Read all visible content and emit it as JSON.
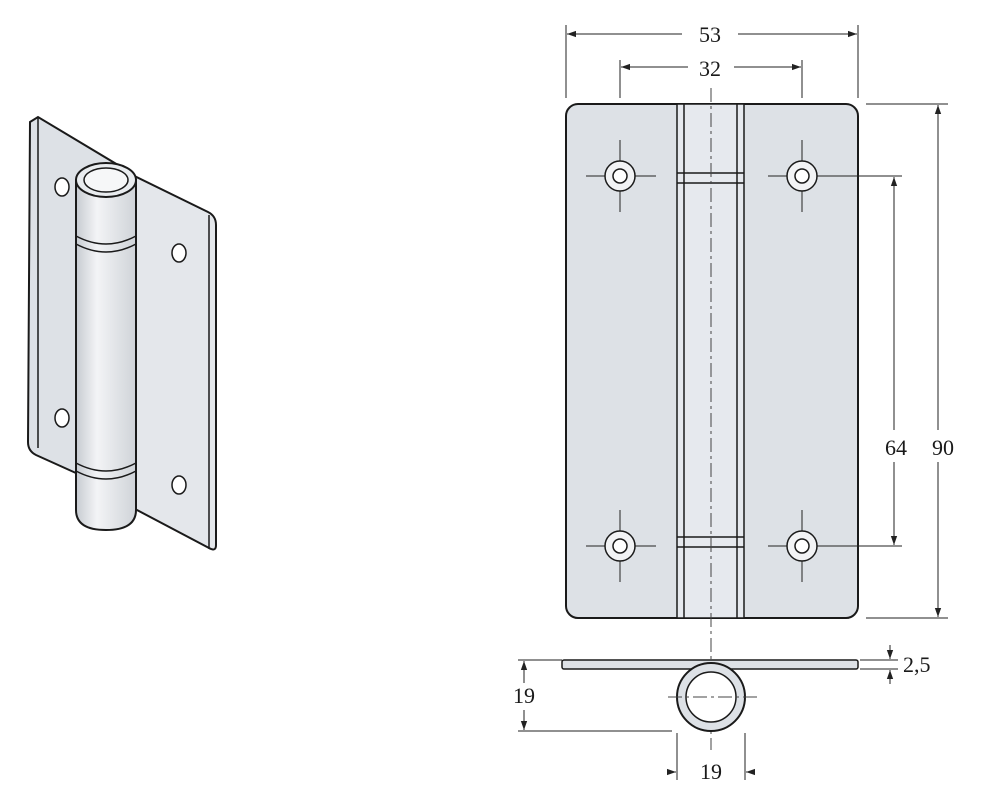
{
  "colors": {
    "plate": "#dde1e6",
    "plate_light": "#eceef1",
    "barrel": "#e6e9ee",
    "barrel_shade": "#c9cdd3",
    "ink": "#1a1a1a"
  },
  "dimensions": {
    "overall_width": "53",
    "hole_spacing_horizontal": "32",
    "overall_height": "90",
    "hole_spacing_vertical": "64",
    "plate_thickness": "2,5",
    "knuckle_height": "19",
    "knuckle_width": "19"
  }
}
